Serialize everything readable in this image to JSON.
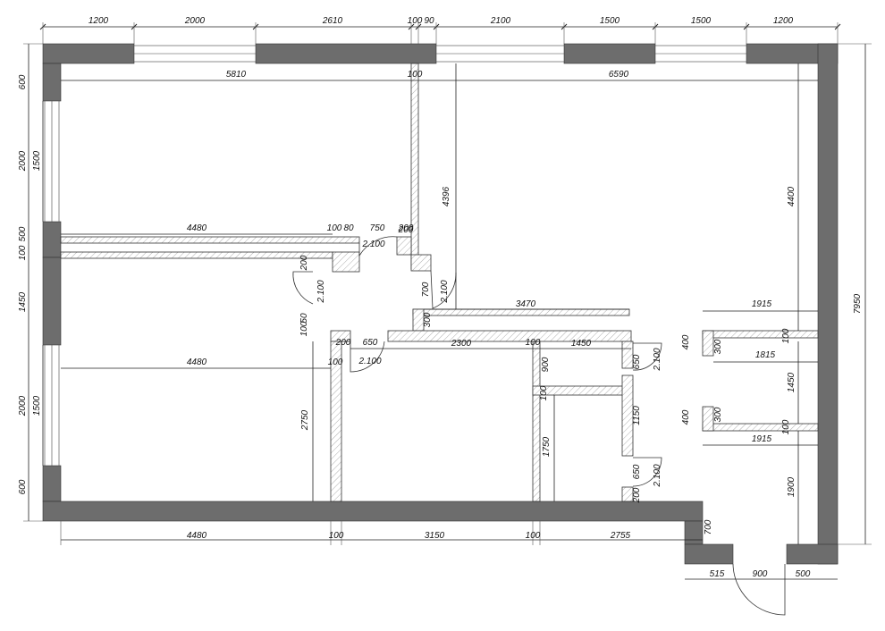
{
  "dimensions": {
    "top_outer": [
      "1200",
      "2000",
      "2610",
      "100",
      "90",
      "2100",
      "1500",
      "1500",
      "1200"
    ],
    "top_inner": [
      "5810",
      "100",
      "6590"
    ],
    "bottom_inner": [
      "4480",
      "100",
      "3150",
      "100",
      "2755"
    ],
    "bottom_entrance": [
      "515",
      "900",
      "500"
    ],
    "left_outer": [
      "600",
      "2000",
      "100",
      "500",
      "1450",
      "2000",
      "600"
    ],
    "left_inner": [
      "1500",
      "1500"
    ],
    "right_outer": [
      "7950"
    ],
    "right_inner": [
      "4400",
      "1450",
      "1900"
    ],
    "room_widths": [
      "4480",
      "4480",
      "3470",
      "2300",
      "1450",
      "1915",
      "1815",
      "1915"
    ],
    "small": [
      "100",
      "80",
      "750",
      "200",
      "200",
      "700",
      "300",
      "100",
      "50",
      "200",
      "650",
      "100",
      "100",
      "100",
      "900",
      "650",
      "1150",
      "650",
      "200",
      "400",
      "300",
      "100",
      "400",
      "300",
      "100",
      "700",
      "200"
    ],
    "vertical_room": [
      "4396",
      "2750",
      "1750"
    ]
  },
  "door_heights": [
    "2.100",
    "2.100",
    "2.100",
    "2.100",
    "2.100",
    "2.100"
  ]
}
